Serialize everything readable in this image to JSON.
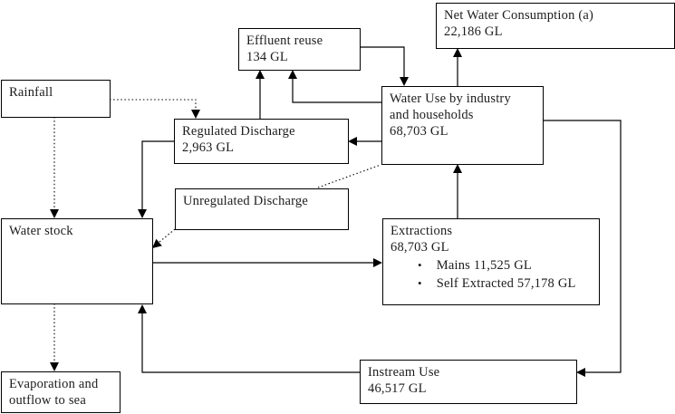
{
  "colors": {
    "background": "#ffffff",
    "line": "#000000",
    "text": "#1c1c1c"
  },
  "glyphs": {
    "bullet": "•"
  },
  "boxes": {
    "net_water_consumption": {
      "title": "Net Water Consumption (a)",
      "value": "22,186 GL"
    },
    "effluent_reuse": {
      "title": "Effluent reuse",
      "value": "134 GL"
    },
    "rainfall": {
      "title": "Rainfall"
    },
    "water_use": {
      "line1": "Water Use by industry",
      "line2": "and households",
      "value": "68,703 GL"
    },
    "regulated_discharge": {
      "title": "Regulated Discharge",
      "value": "2,963 GL"
    },
    "unregulated_discharge": {
      "title": "Unregulated Discharge"
    },
    "water_stock": {
      "title": "Water stock"
    },
    "extractions": {
      "title": "Extractions",
      "value": "68,703 GL",
      "bullets": [
        "Mains 11,525 GL",
        "Self Extracted 57,178 GL"
      ]
    },
    "instream_use": {
      "title": "Instream Use",
      "value": "46,517 GL"
    },
    "evaporation": {
      "line1": "Evaporation and",
      "line2": "outflow to sea"
    }
  }
}
